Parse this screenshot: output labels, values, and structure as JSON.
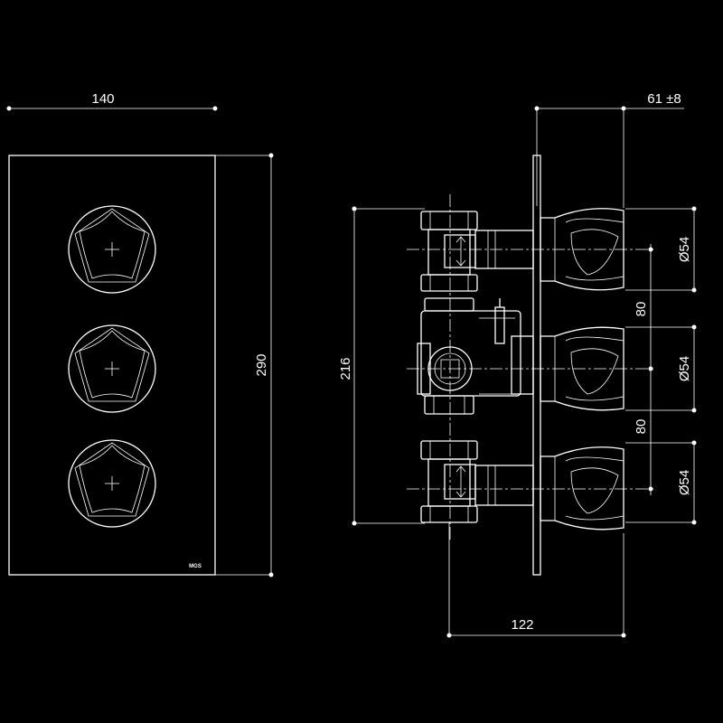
{
  "colors": {
    "background": "#000000",
    "line": "#ffffff"
  },
  "front_view": {
    "width_label": "140",
    "height_label": "290",
    "brand_mark": "MGS",
    "knob_count": 3
  },
  "side_view": {
    "depth_label": "61 ±8",
    "body_height_label": "216",
    "spacing_labels": [
      "80",
      "80"
    ],
    "handle_diameter_labels": [
      "Ø54",
      "Ø54",
      "Ø54"
    ],
    "body_length_label": "122"
  }
}
